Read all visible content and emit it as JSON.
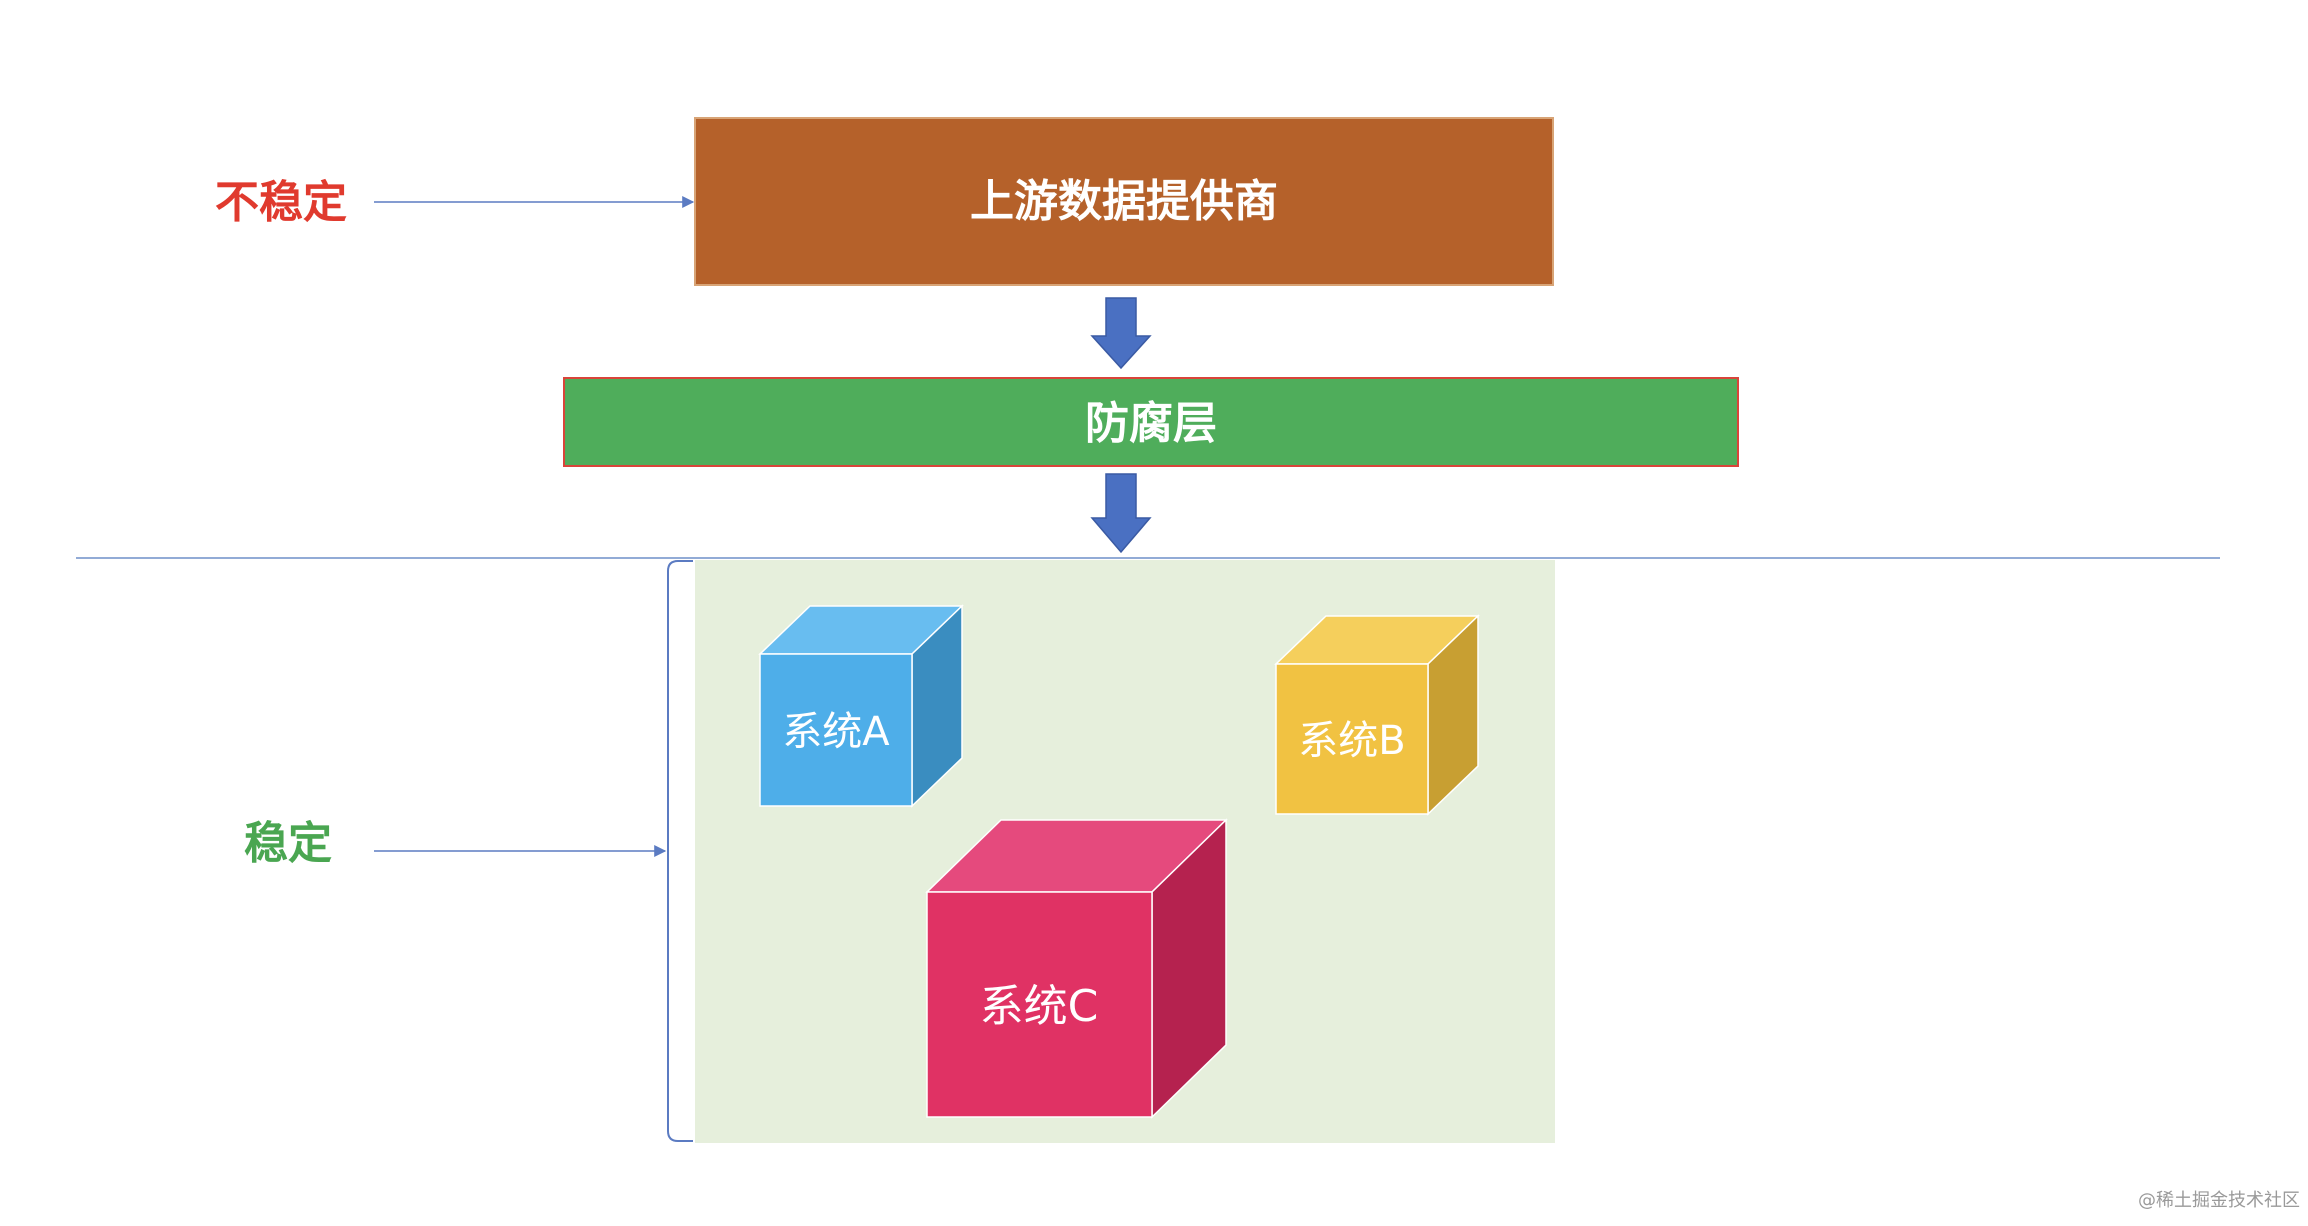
{
  "labels": {
    "unstable": "不稳定",
    "stable": "稳定"
  },
  "boxes": {
    "upstream": "上游数据提供商",
    "acl": "防腐层"
  },
  "systems": {
    "a": "系统A",
    "b": "系统B",
    "c": "系统C"
  },
  "watermark": "@稀土掘金技术社区",
  "colors": {
    "unstable_text": "#e03a2e",
    "stable_text": "#4aa651",
    "upstream_fill": "#b5612a",
    "acl_fill": "#4fad5b",
    "acl_border": "#d9443a",
    "down_arrow": "#4a70c2",
    "connector": "#5b7bc2",
    "stable_zone": "#e6efdc",
    "system_a": "#4eaee9",
    "system_b": "#f1c242",
    "system_c": "#e03264"
  }
}
